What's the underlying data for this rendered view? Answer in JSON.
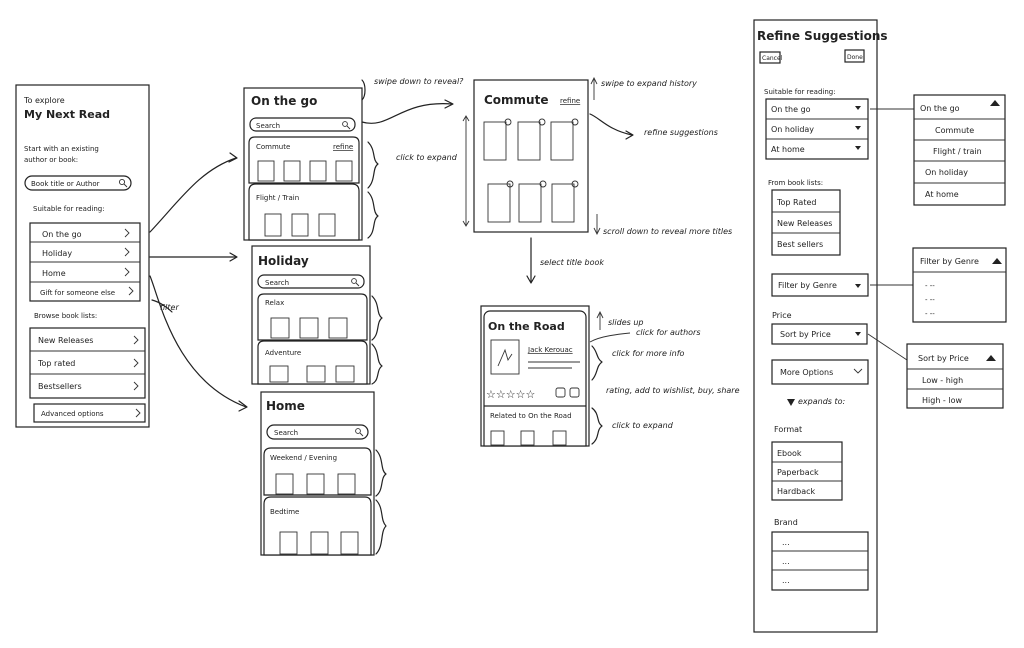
{
  "panel_start": {
    "heading_1": "To explore",
    "heading_2": "My Next Read",
    "prompt_1": "Start with an existing",
    "prompt_2": "author or book:",
    "search_placeholder": "Book title or Author",
    "section_suitable": "Suitable for reading:",
    "reading_options": [
      "On the go",
      "Holiday",
      "Home",
      "Gift for someone else"
    ],
    "section_browse": "Browse book lists:",
    "book_lists": [
      "New Releases",
      "Top rated",
      "Bestsellers"
    ],
    "advanced": "Advanced options"
  },
  "panel_onthego": {
    "title": "On the go",
    "search": "Search",
    "sub_1": "Commute",
    "sub_1_link": "refine",
    "sub_2": "Flight / Train"
  },
  "panel_holiday": {
    "title": "Holiday",
    "search": "Search",
    "sub_1": "Relax",
    "sub_2": "Adventure"
  },
  "panel_home": {
    "title": "Home",
    "search": "Search",
    "sub_1": "Weekend / Evening",
    "sub_2": "Bedtime"
  },
  "panel_commute": {
    "title": "Commute",
    "link": "refine"
  },
  "panel_book": {
    "title": "On the Road",
    "author": "Jack Kerouac",
    "related": "Related to On the Road"
  },
  "panel_refine": {
    "title": "Refine Suggestions",
    "cancel": "Cancel",
    "done": "Done",
    "section_suitable": "Suitable for reading:",
    "suitable_selects": [
      "On the go",
      "On holiday",
      "At home"
    ],
    "section_lists": "From book lists:",
    "lists": [
      "Top Rated",
      "New Releases",
      "Best sellers"
    ],
    "genre_select": "Filter by Genre",
    "price_label": "Price",
    "price_select": "Sort by Price",
    "more_options": "More Options",
    "expands_note": "expands to:",
    "format_label": "Format",
    "formats": [
      "Ebook",
      "Paperback",
      "Hardback"
    ],
    "brand_label": "Brand",
    "brand_items": [
      "...",
      "...",
      "..."
    ]
  },
  "popovers": {
    "reading": [
      "On the go",
      "Commute",
      "Flight / train",
      "On holiday",
      "At home"
    ],
    "genre_title": "Filter by Genre",
    "genre_items": [
      "- --",
      "- --",
      "- --"
    ],
    "price_title": "Sort by Price",
    "price_items": [
      "Low - high",
      "High - low"
    ]
  },
  "notes": {
    "filter": "filter",
    "swipe_down": "swipe down to reveal?",
    "click_expand": "click to expand",
    "swipe_history": "swipe to expand history",
    "refine_suggestions": "refine suggestions",
    "scroll_down": "scroll down to reveal more titles",
    "select_book": "select title book",
    "slides_up": "slides up",
    "click_authors": "click for authors",
    "click_more_info": "click for more info",
    "rating_note": "rating, add to wishlist, buy, share",
    "click_expand_2": "click to expand"
  }
}
